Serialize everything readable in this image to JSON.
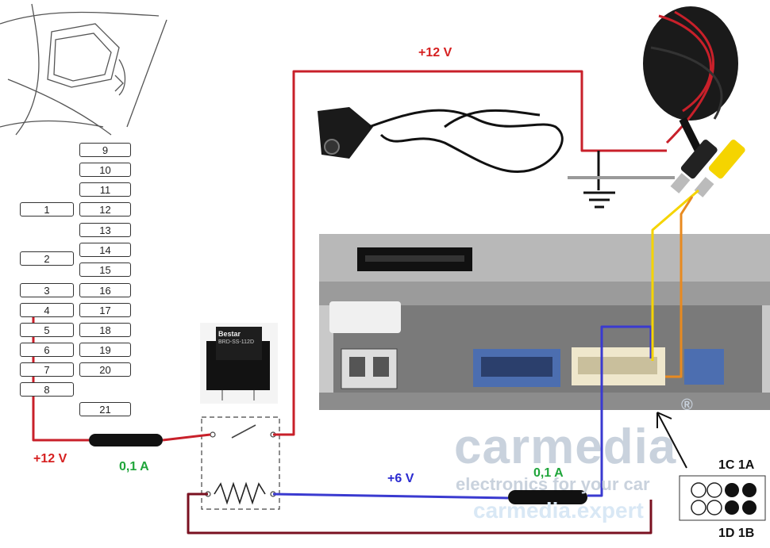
{
  "fuses": {
    "left": [
      {
        "label": "1"
      },
      {
        "label": "2"
      },
      {
        "label": "3"
      },
      {
        "label": "4"
      },
      {
        "label": "5"
      },
      {
        "label": "6"
      },
      {
        "label": "7"
      },
      {
        "label": "8"
      }
    ],
    "right": [
      {
        "label": "9"
      },
      {
        "label": "10"
      },
      {
        "label": "11"
      },
      {
        "label": "12"
      },
      {
        "label": "13"
      },
      {
        "label": "14"
      },
      {
        "label": "15"
      },
      {
        "label": "16"
      },
      {
        "label": "17"
      },
      {
        "label": "18"
      },
      {
        "label": "19"
      },
      {
        "label": "20"
      },
      {
        "label": "21"
      }
    ]
  },
  "labels": {
    "top_voltage": "+12 V",
    "left_voltage": "+12 V",
    "fuse_left_current": "0,1 A",
    "coil_voltage": "+6 V",
    "fuse_right_current": "0,1 A"
  },
  "connector_pins": {
    "top": "1C 1A",
    "bottom": "1D 1B"
  },
  "watermark": {
    "brand": "carmedia",
    "tagline": "electronics for your car",
    "site": "carmedia.expert",
    "reg": "®"
  },
  "relay_photo": {
    "brand": "Bestar",
    "model": "BRD-SS-112D"
  },
  "colors": {
    "red_wire": "#c8202a",
    "dark_red_wire": "#7a1020",
    "blue_wire": "#3a3ad0",
    "yellow_wire": "#f5d400",
    "orange_wire": "#e88a20",
    "gray_wire": "#9a9a9a",
    "label_red": "#d62020",
    "label_green": "#1fa53a",
    "label_blue": "#2a2ad0"
  }
}
